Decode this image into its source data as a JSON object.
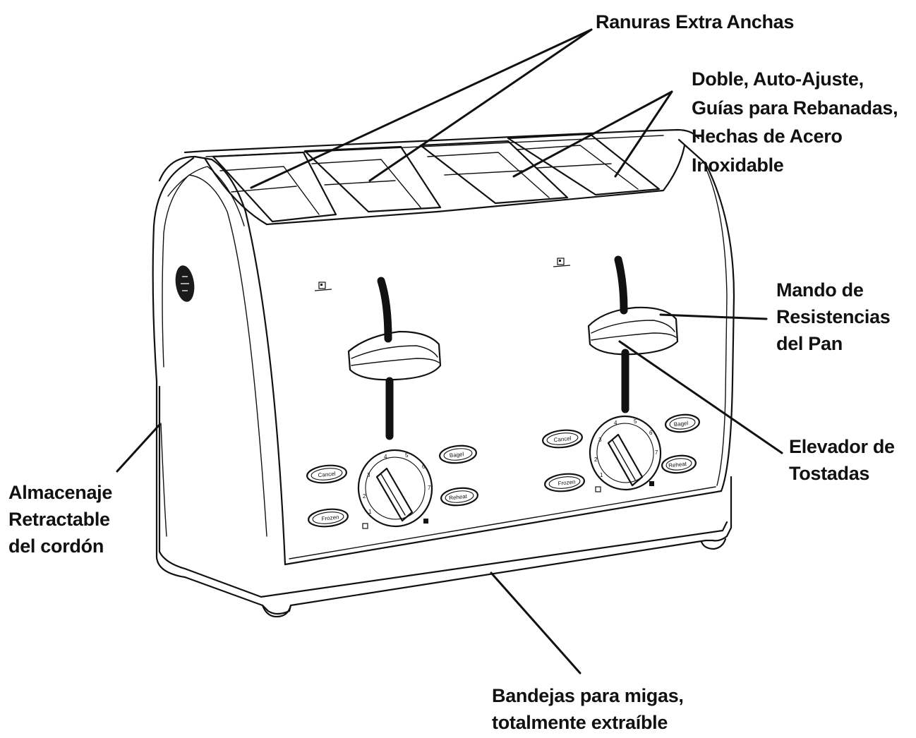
{
  "callouts": {
    "slots": [
      "Ranuras Extra Anchas"
    ],
    "guides": [
      "Doble, Auto-Ajuste,",
      "Guías para Rebanadas,",
      "Hechas de Acero",
      "Inoxidable"
    ],
    "knob": [
      "Mando de",
      "Resistencias",
      "del Pan"
    ],
    "lever": [
      "Elevador de",
      "Tostadas"
    ],
    "cord": [
      "Almacenaje",
      "Retractable",
      "del cordón"
    ],
    "tray": [
      "Bandejas para migas,",
      "totalmente extraíble"
    ]
  },
  "buttons": {
    "cancel": "Cancel",
    "frozen": "Frozen",
    "bagel": "Bagel",
    "reheat": "Reheat"
  },
  "dial_ticks": [
    "1",
    "2",
    "3",
    "4",
    "5",
    "6",
    "7"
  ],
  "icons": [
    "toast-icon",
    "logo-badge-icon",
    "light-shade-icon",
    "dark-shade-icon"
  ]
}
